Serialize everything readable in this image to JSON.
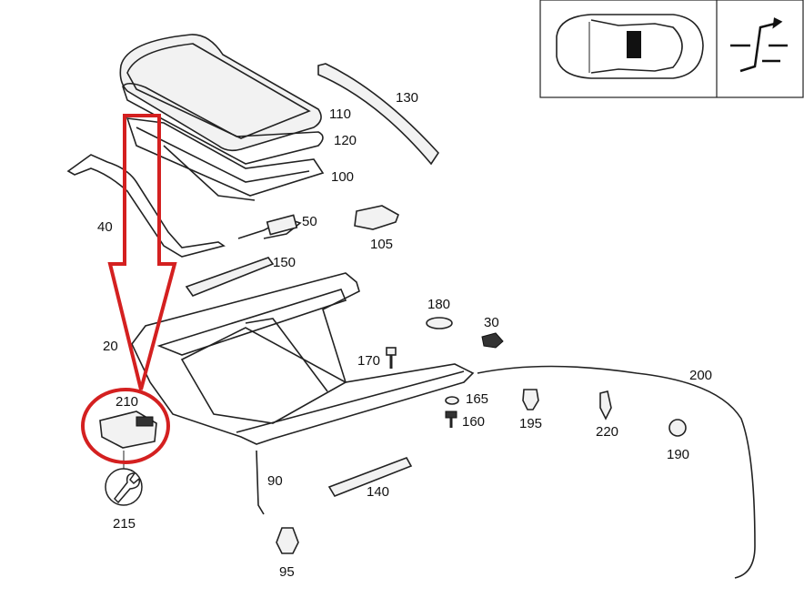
{
  "diagram": {
    "title": "Sliding sunroof assembly parts diagram",
    "highlight_color": "#d42020",
    "highlighted_part": "210",
    "labels": [
      "110",
      "130",
      "120",
      "100",
      "40",
      "50",
      "105",
      "150",
      "180",
      "30",
      "20",
      "170",
      "200",
      "210",
      "165",
      "160",
      "195",
      "220",
      "190",
      "90",
      "140",
      "215",
      "95"
    ],
    "inset_icons": [
      "car-top-view-icon",
      "sunroof-tilt-slide-icon"
    ]
  }
}
